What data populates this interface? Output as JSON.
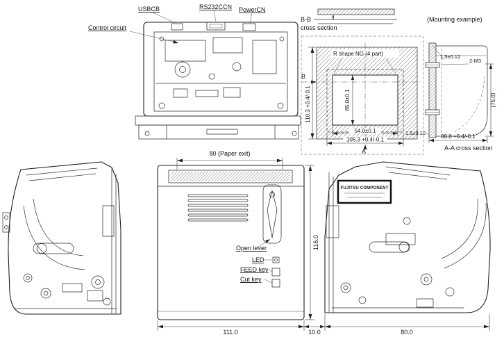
{
  "top_view": {
    "usbcb_label": "USBCB",
    "rs232_label": "RS232CCN",
    "power_label": "PowerCN",
    "control_circuit_label": "Control circuit"
  },
  "mounting": {
    "title": "(Mounting example)",
    "bb_section_line1": "B-B",
    "bb_section_line2": "cross section",
    "aa_section_label": "A-A cross section",
    "r_shape_note": "R shape NG (4 part)",
    "marker_b": "B",
    "marker_a": "A",
    "dims": {
      "panel_height": "110.3 +0.4/-0.1",
      "cutout_height": "65.0±0.1",
      "cutout_width": "54.0±0.1",
      "overall_width": "105.3 +0.4/-0.1",
      "depth": "80.0 +0.4/-0.1",
      "height_ref": "(75.0)",
      "plate_thickness_top": "1.5±0.12",
      "plate_thickness_bottom": "1.5±0.12",
      "screws": "2-M3"
    }
  },
  "rear_view": {
    "paper_exit_dim": "80 (Paper exit)",
    "open_lever_label": "Open lever",
    "led_label": "LED",
    "feed_key_label": "FEED key",
    "cut_key_label": "Cut key",
    "height_dim": "116.0",
    "width_dim": "111.0"
  },
  "layout_dims": {
    "gap": "10.0"
  },
  "right_view": {
    "sticker_text": "FUJITSU COMPONENT",
    "width_dim": "80.0"
  }
}
